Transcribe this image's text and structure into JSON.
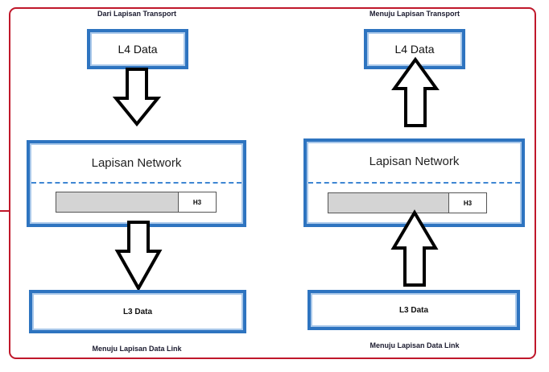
{
  "left": {
    "top_caption": "Dari Lapisan Transport",
    "top_box": "L4 Data",
    "network_title": "Lapisan Network",
    "header_label": "H3",
    "bottom_box": "L3 Data",
    "bottom_caption": "Menuju Lapisan Data Link"
  },
  "right": {
    "top_caption": "Menuju Lapisan Transport",
    "top_box": "L4 Data",
    "network_title": "Lapisan Network",
    "header_label": "H3",
    "bottom_box": "L3 Data",
    "bottom_caption": "Menuju Lapisan Data Link"
  },
  "colors": {
    "frame": "#c0182b",
    "box_border": "#2e74c0",
    "dashed_line": "#3f86d3",
    "packet_fill": "#d4d4d4"
  }
}
